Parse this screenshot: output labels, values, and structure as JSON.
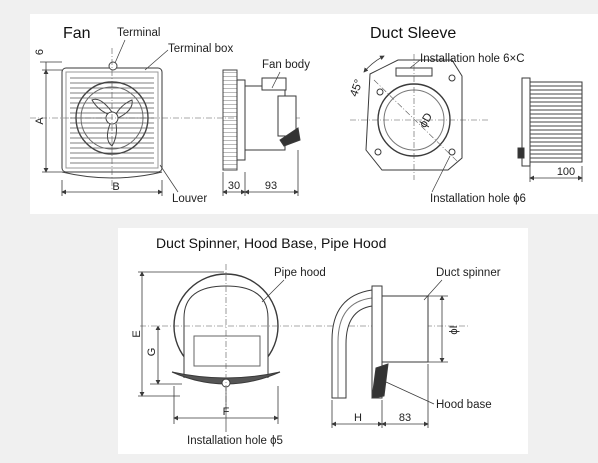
{
  "fan": {
    "title": "Fan",
    "labels": {
      "terminal": "Terminal",
      "terminal_box": "Terminal box",
      "fan_body": "Fan body",
      "louver": "Louver"
    },
    "dims": {
      "a": "A",
      "b": "B",
      "six": "6",
      "thirty": "30",
      "ninety_three": "93"
    }
  },
  "duct_sleeve": {
    "title": "Duct Sleeve",
    "labels": {
      "install_hole_top": "Installation hole 6×C",
      "install_hole_bottom": "Installation hole ϕ6",
      "angle": "45°",
      "diameter": "ϕD"
    },
    "dims": {
      "hundred": "100"
    }
  },
  "hood": {
    "title": "Duct Spinner, Hood Base, Pipe Hood",
    "labels": {
      "pipe_hood": "Pipe hood",
      "duct_spinner": "Duct spinner",
      "hood_base": "Hood base",
      "install_hole": "Installation hole ϕ5"
    },
    "dims": {
      "e": "E",
      "g": "G",
      "f": "F",
      "h": "H",
      "eighty_three": "83",
      "phi_i": "ϕI"
    }
  },
  "colors": {
    "line": "#3a3a3a",
    "background": "#f0f0f0",
    "panel": "#ffffff"
  }
}
